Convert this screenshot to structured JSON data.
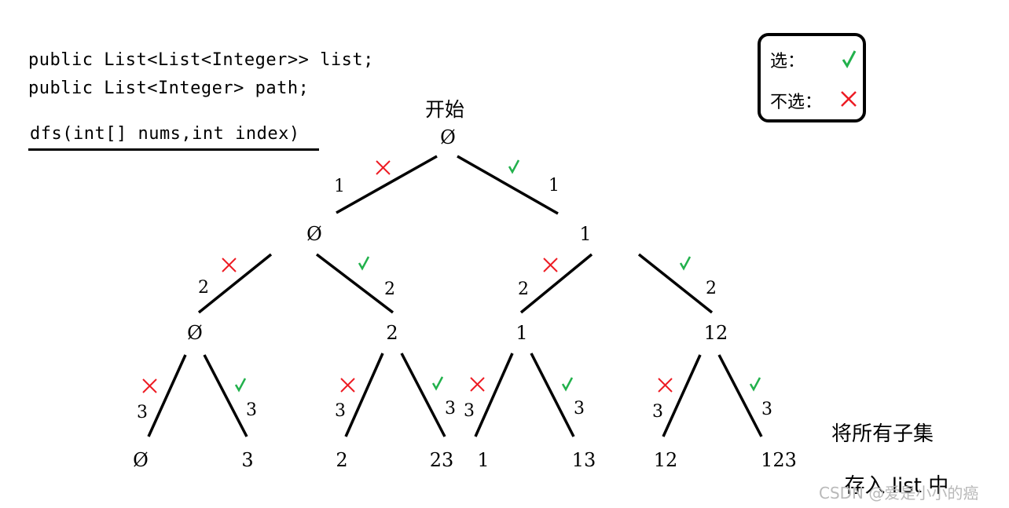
{
  "code": {
    "line1": "public List<List<Integer>> list;",
    "line2": "public List<Integer> path;",
    "signature": "dfs(int[] nums,int index)"
  },
  "legend": {
    "select_label": "选：",
    "unselect_label": "不选：",
    "select_icon": "check-icon",
    "unselect_icon": "cross-icon",
    "select_color": "#22b14c",
    "unselect_color": "#ed1c24"
  },
  "tree": {
    "start_label": "开始",
    "root": "Ø",
    "level1": [
      "Ø",
      "1"
    ],
    "level2": [
      "Ø",
      "2",
      "1",
      "12"
    ],
    "leaves": [
      "Ø",
      "3",
      "2",
      "23",
      "1",
      "13",
      "12",
      "123"
    ],
    "edge_labels": {
      "level1": [
        "1",
        "1"
      ],
      "level2": [
        "2",
        "2",
        "2",
        "2"
      ],
      "level3": [
        "3",
        "3",
        "3",
        "3",
        "3",
        "3",
        "3",
        "3"
      ]
    }
  },
  "note": {
    "line1": "将所有子集",
    "line2": "存入 list 中"
  },
  "watermark": "CSDN @爱是小小的癌"
}
